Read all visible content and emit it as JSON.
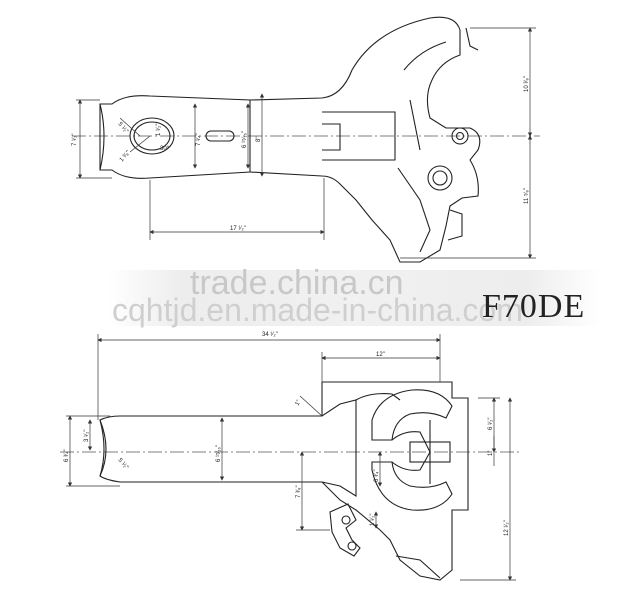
{
  "watermark": {
    "line1": "trade.china.cn",
    "line2": "cqhtjd.en.made-in-china.com"
  },
  "model_label": "F70DE",
  "top_view": {
    "dim_overall_length": "17 ¹⁄₂\"",
    "dim_left_height": "7 ¹⁄₂\"",
    "dim_shank_height": "7 ¹⁄₄\"",
    "dim_center_height": "6 ¹⁵⁄₁₆\"",
    "dim_center_height_b": "8\"",
    "dim_upper_right": "10 ³⁄₈\"",
    "dim_lower_right": "11 ⁵⁄₈\"",
    "dim_radius_a": "5 ¹⁄₂\"",
    "dim_radius_b": "1 ¹⁄₂\"",
    "dim_radius_c": "1 ³⁄₈\"",
    "dim_angle": "30°"
  },
  "bottom_view": {
    "dim_overall_length": "34 ¹⁄₂\"",
    "dim_head_width": "12\"",
    "dim_left_height": "6 ³⁄₄\"",
    "dim_left_inner": "3 ¹⁄₂\"",
    "dim_shank_height": "6 ¹⁵⁄₁₆\"",
    "dim_right_upper": "6 ¹⁄₂\"",
    "dim_right_mid": "1\"",
    "dim_right_total": "12 ¹⁄₂\"",
    "dim_lower_a": "7 ³⁄₈\"",
    "dim_lower_b": "6 ³⁄₄\"",
    "dim_lower_c": "1 ¹⁄₂\"",
    "dim_slope": "1\"",
    "dim_radius": "5 ¹⁄₂\""
  }
}
